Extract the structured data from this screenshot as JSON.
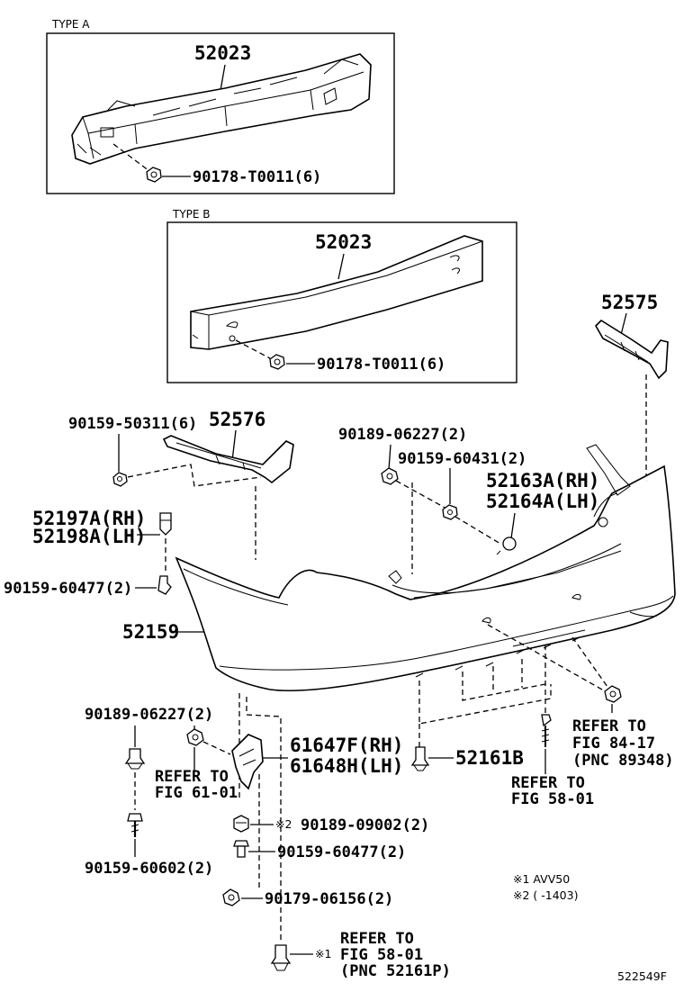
{
  "diagram_id": "522549F",
  "type_a": {
    "label": "TYPE A",
    "part": "52023",
    "fastener": "90178-T0011(6)"
  },
  "type_b": {
    "label": "TYPE B",
    "part": "52023",
    "fastener": "90178-T0011(6)"
  },
  "callouts": {
    "p52575": "52575",
    "p52576": "52576",
    "p90159_50311": "90159-50311(6)",
    "p90189_06227_top": "90189-06227(2)",
    "p90159_60431": "90159-60431(2)",
    "p52163A": "52163A(RH)",
    "p52164A": "52164A(LH)",
    "p52197A": "52197A(RH)",
    "p52198A": "52198A(LH)",
    "p90159_60477_left": "90159-60477(2)",
    "p52159": "52159",
    "p90189_06227_bottom": "90189-06227(2)",
    "p61647F": "61647F(RH)",
    "p61648H": "61648H(LH)",
    "p52161B": "52161B",
    "p90189_09002": "90189-09002(2)",
    "p90159_60477_bottom": "90159-60477(2)",
    "p90159_60602": "90159-60602(2)",
    "p90179_06156": "90179-06156(2)",
    "mark2": "※2"
  },
  "references": {
    "ref_61_01": {
      "line1": "REFER TO",
      "line2": "FIG 61-01"
    },
    "ref_84_17": {
      "line1": "REFER TO",
      "line2": "FIG 84-17",
      "line3": "(PNC 89348)"
    },
    "ref_58_01_right": {
      "line1": "REFER TO",
      "line2": "FIG 58-01"
    },
    "ref_58_01_bottom": {
      "mark": "※1",
      "line1": "REFER TO",
      "line2": "FIG 58-01",
      "line3": "(PNC 52161P)"
    }
  },
  "notes": {
    "note1": "※1 AVV50",
    "note2": "※2 (        -1403)"
  }
}
